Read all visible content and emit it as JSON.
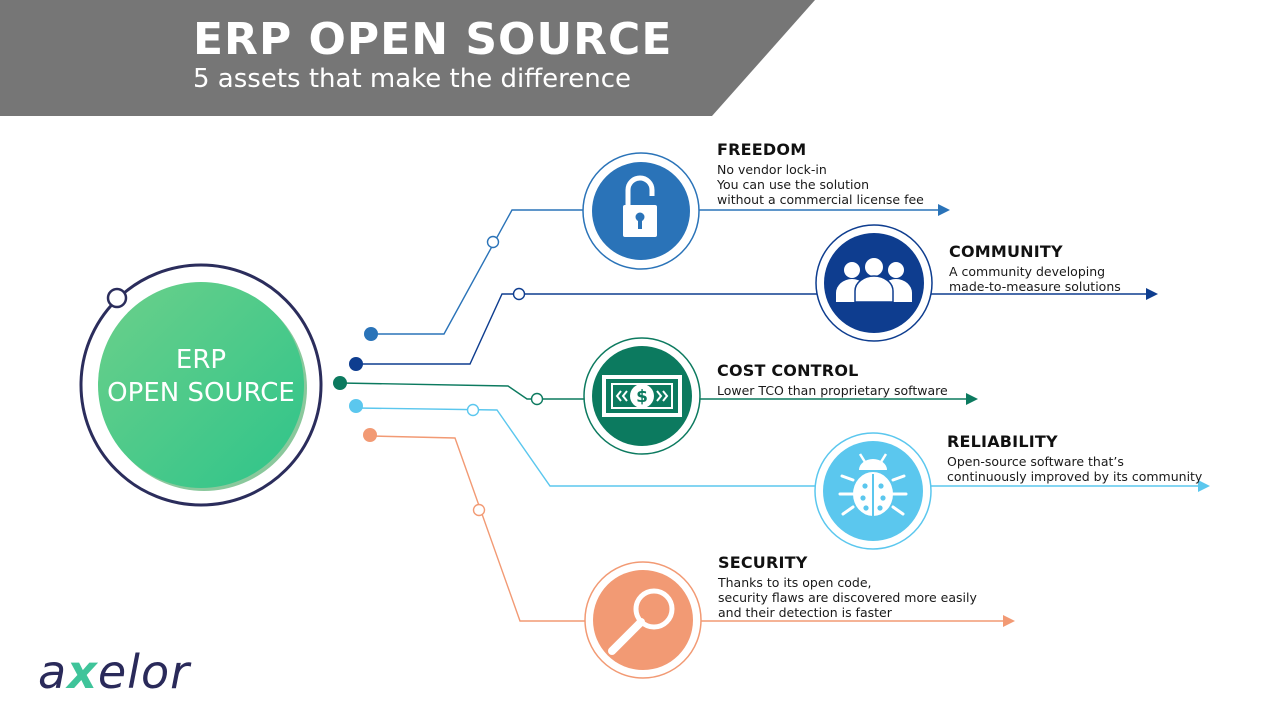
{
  "header": {
    "title": "ERP OPEN SOURCE",
    "subtitle": "5 assets that make the difference"
  },
  "hub": {
    "line1": "ERP",
    "line2": "OPEN SOURCE"
  },
  "assets": [
    {
      "key": "freedom",
      "title": "FREEDOM",
      "lines": [
        "No vendor lock-in",
        "You can use the solution",
        "without a commercial license fee"
      ],
      "color": "#2a73b8",
      "icon": "lock-icon"
    },
    {
      "key": "community",
      "title": "COMMUNITY",
      "lines": [
        "A community developing",
        "made-to-measure solutions"
      ],
      "color": "#0e3d8f",
      "icon": "people-icon"
    },
    {
      "key": "cost",
      "title": "COST CONTROL",
      "lines": [
        "Lower TCO than proprietary software"
      ],
      "color": "#0c7a5f",
      "icon": "banknote-icon"
    },
    {
      "key": "reliability",
      "title": "RELIABILITY",
      "lines": [
        "Open-source software that’s",
        "continuously improved by its community"
      ],
      "color": "#5bc7ee",
      "icon": "bug-icon"
    },
    {
      "key": "security",
      "title": "SECURITY",
      "lines": [
        "Thanks to its open code,",
        "security flaws are discovered more easily",
        "and their detection is faster"
      ],
      "color": "#f29a74",
      "icon": "magnifier-icon"
    }
  ],
  "logo": {
    "prefix": "a",
    "mark": "x",
    "suffix": "elor"
  },
  "colors": {
    "banner": "#767676",
    "hub_green": "#3fc98a",
    "hub_ring": "#2b2d5c"
  }
}
